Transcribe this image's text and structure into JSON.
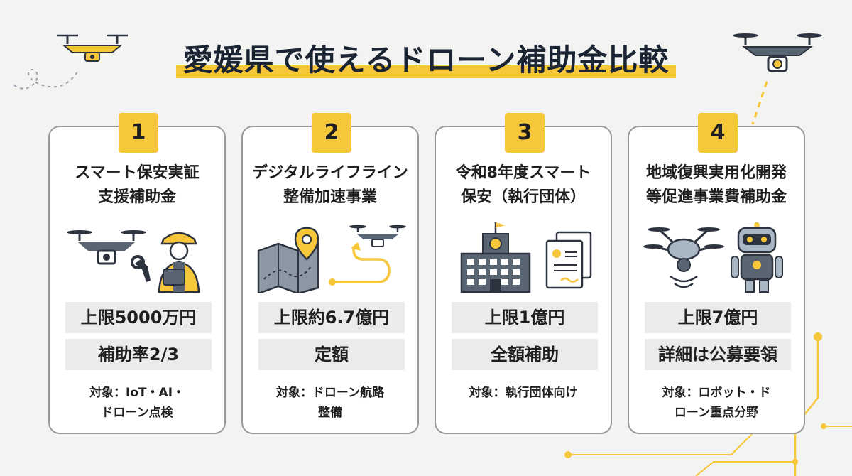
{
  "title": "愛媛県で使えるドローン補助金比較",
  "colors": {
    "accent": "#f6c63b",
    "dark": "#1b2433",
    "card_border": "#9a9a9a",
    "box_bg": "#ebebeb"
  },
  "cards": [
    {
      "number": "1",
      "name_lines": [
        "スマート保安実証",
        "支援補助金"
      ],
      "limit": "上限5000万円",
      "rate": "補助率2/3",
      "target_lines": [
        "対象：IoT・AI・",
        "ドローン点検"
      ],
      "icons": [
        "drone-icon",
        "worker-icon",
        "wrench-icon",
        "tablet-icon"
      ]
    },
    {
      "number": "2",
      "name_lines": [
        "デジタルライフライン",
        "整備加速事業"
      ],
      "limit": "上限約6.7億円",
      "rate": "定額",
      "target_lines": [
        "対象：ドローン航路",
        "整備"
      ],
      "icons": [
        "map-icon",
        "location-pin-icon",
        "drone-icon",
        "route-arrow-icon"
      ]
    },
    {
      "number": "3",
      "name_lines": [
        "令和8年度スマート",
        "保安（執行団体）"
      ],
      "limit": "上限1億円",
      "rate": "全額補助",
      "target_lines": [
        "対象：執行団体向け"
      ],
      "icons": [
        "government-building-icon",
        "document-icon"
      ]
    },
    {
      "number": "4",
      "name_lines": [
        "地域復興実用化開発",
        "等促進事業費補助金"
      ],
      "limit": "上限7億円",
      "rate": "詳細は公募要領",
      "target_lines": [
        "対象：ロボット・ド",
        "ローン重点分野"
      ],
      "icons": [
        "drone-icon",
        "robot-icon"
      ]
    }
  ]
}
